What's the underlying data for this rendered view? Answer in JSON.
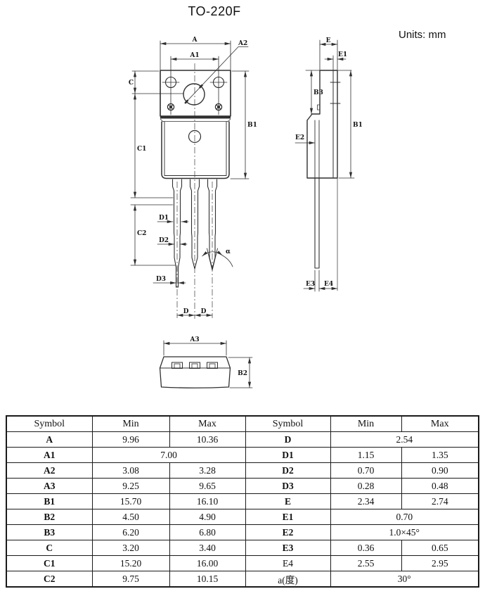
{
  "title": "TO-220F",
  "units_label": "Units: mm",
  "line_color": "#2f2f2f",
  "drawing": {
    "front": {
      "a": "A",
      "a1": "A1",
      "a2": "A2",
      "c": "C",
      "c1": "C1",
      "c2": "C2",
      "b1": "B1",
      "d1": "D1",
      "d2": "D2",
      "d3": "D3",
      "d_left": "D",
      "d_right": "D",
      "alpha": "α"
    },
    "side": {
      "e": "E",
      "e1": "E1",
      "e2": "E2",
      "e3": "E3",
      "e4": "E4",
      "b3": "B3",
      "b1": "B1"
    },
    "bottom": {
      "a3": "A3",
      "b2": "B2"
    }
  },
  "table": {
    "headers": [
      "Symbol",
      "Min",
      "Max",
      "Symbol",
      "Min",
      "Max"
    ],
    "rows": [
      {
        "cells": [
          "A",
          "9.96",
          "10.36",
          "D",
          "2.54"
        ]
      },
      {
        "cells": [
          "A1",
          "7.00",
          "D1",
          "1.15",
          "1.35"
        ]
      },
      {
        "cells": [
          "A2",
          "3.08",
          "3.28",
          "D2",
          "0.70",
          "0.90"
        ]
      },
      {
        "cells": [
          "A3",
          "9.25",
          "9.65",
          "D3",
          "0.28",
          "0.48"
        ]
      },
      {
        "cells": [
          "B1",
          "15.70",
          "16.10",
          "E",
          "2.34",
          "2.74"
        ]
      },
      {
        "cells": [
          "B2",
          "4.50",
          "4.90",
          "E1",
          "0.70"
        ]
      },
      {
        "cells": [
          "B3",
          "6.20",
          "6.80",
          "E2",
          "1.0×45°"
        ]
      },
      {
        "cells": [
          "C",
          "3.20",
          "3.40",
          "E3",
          "0.36",
          "0.65"
        ]
      },
      {
        "cells": [
          "C1",
          "15.20",
          "16.00",
          "E4",
          "2.55",
          "2.95"
        ]
      },
      {
        "cells": [
          "C2",
          "9.75",
          "10.15",
          "a(度)",
          "30°"
        ]
      }
    ]
  }
}
